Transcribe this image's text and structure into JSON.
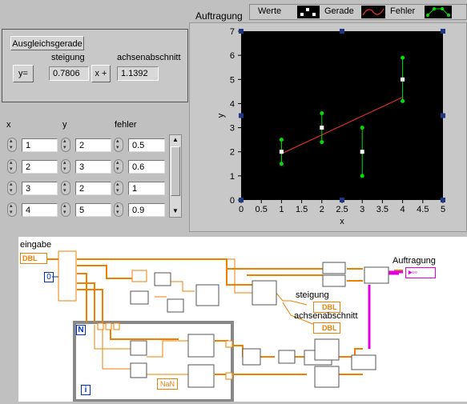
{
  "fit_panel": {
    "fit_button": "Ausgleichsgerade",
    "y_equals": "y=",
    "x_plus": "x +",
    "slope_label": "steigung",
    "slope_value": "0.7806",
    "intercept_label": "achsenabschnitt",
    "intercept_value": "1.1392"
  },
  "table": {
    "headers": {
      "x": "x",
      "y": "y",
      "err": "fehler"
    },
    "rows": [
      {
        "x": "1",
        "y": "2",
        "err": "0.5"
      },
      {
        "x": "2",
        "y": "3",
        "err": "0.6"
      },
      {
        "x": "3",
        "y": "2",
        "err": "1"
      },
      {
        "x": "4",
        "y": "5",
        "err": "0.9"
      }
    ]
  },
  "graph": {
    "title": "Auftragung",
    "legend": [
      "Werte",
      "Gerade",
      "Fehler"
    ],
    "xlabel": "x",
    "ylabel": "y",
    "x_ticks": [
      "0",
      "0.5",
      "1",
      "1.5",
      "2",
      "2.5",
      "3",
      "3.5",
      "4",
      "4.5",
      "5"
    ],
    "y_ticks": [
      "0",
      "1",
      "2",
      "3",
      "4",
      "5",
      "6",
      "7"
    ]
  },
  "chart_data": {
    "type": "scatter",
    "title": "Auftragung",
    "xlabel": "x",
    "ylabel": "y",
    "xlim": [
      0,
      5
    ],
    "ylim": [
      0,
      7
    ],
    "series": [
      {
        "name": "Werte",
        "x": [
          1,
          2,
          3,
          4
        ],
        "y": [
          2,
          3,
          2,
          5
        ]
      },
      {
        "name": "Gerade",
        "x": [
          1,
          4
        ],
        "y": [
          1.9198,
          4.2616
        ]
      },
      {
        "name": "Fehler",
        "x": [
          1,
          2,
          3,
          4
        ],
        "y": [
          2,
          3,
          2,
          5
        ],
        "err": [
          0.5,
          0.6,
          1,
          0.9
        ]
      }
    ],
    "colors": {
      "background": "#000000",
      "points": "#ffffff",
      "line": "#ff3030",
      "errors": "#00e000"
    }
  },
  "diagram": {
    "eingabe": "eingabe",
    "auftragung": "Auftragung",
    "steigung": "steigung",
    "achsenabschnitt": "achsenabschnitt",
    "dbl": "DBL",
    "zero": "0",
    "N": "N",
    "i": "i",
    "nan": "NaN"
  }
}
